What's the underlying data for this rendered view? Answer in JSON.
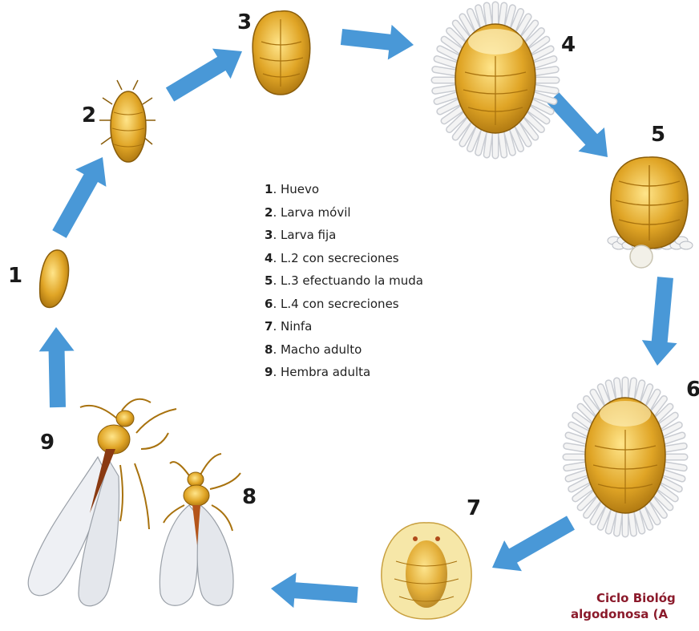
{
  "stage_numbers": [
    "1",
    "2",
    "3",
    "4",
    "5",
    "6",
    "7",
    "8",
    "9"
  ],
  "legend": [
    {
      "num": "1",
      "text": ". Huevo"
    },
    {
      "num": "2",
      "text": ". Larva móvil"
    },
    {
      "num": "3",
      "text": ". Larva fija"
    },
    {
      "num": "4",
      "text": ". L.2 con secreciones"
    },
    {
      "num": "5",
      "text": ". L.3 efectuando la muda"
    },
    {
      "num": "6",
      "text": ". L.4 con secreciones"
    },
    {
      "num": "7",
      "text": ". Ninfa"
    },
    {
      "num": "8",
      "text": ". Macho adulto"
    },
    {
      "num": "9",
      "text": ". Hembra adulta"
    }
  ],
  "caption": {
    "line1": "Ciclo Biológ",
    "line2": "algodonosa (A"
  },
  "colors": {
    "arrow": "#3a8fd4",
    "body": "#e0a526",
    "body_dark": "#a8720e",
    "wax": "#f4f4f4",
    "caption": "#8b1a2b"
  }
}
